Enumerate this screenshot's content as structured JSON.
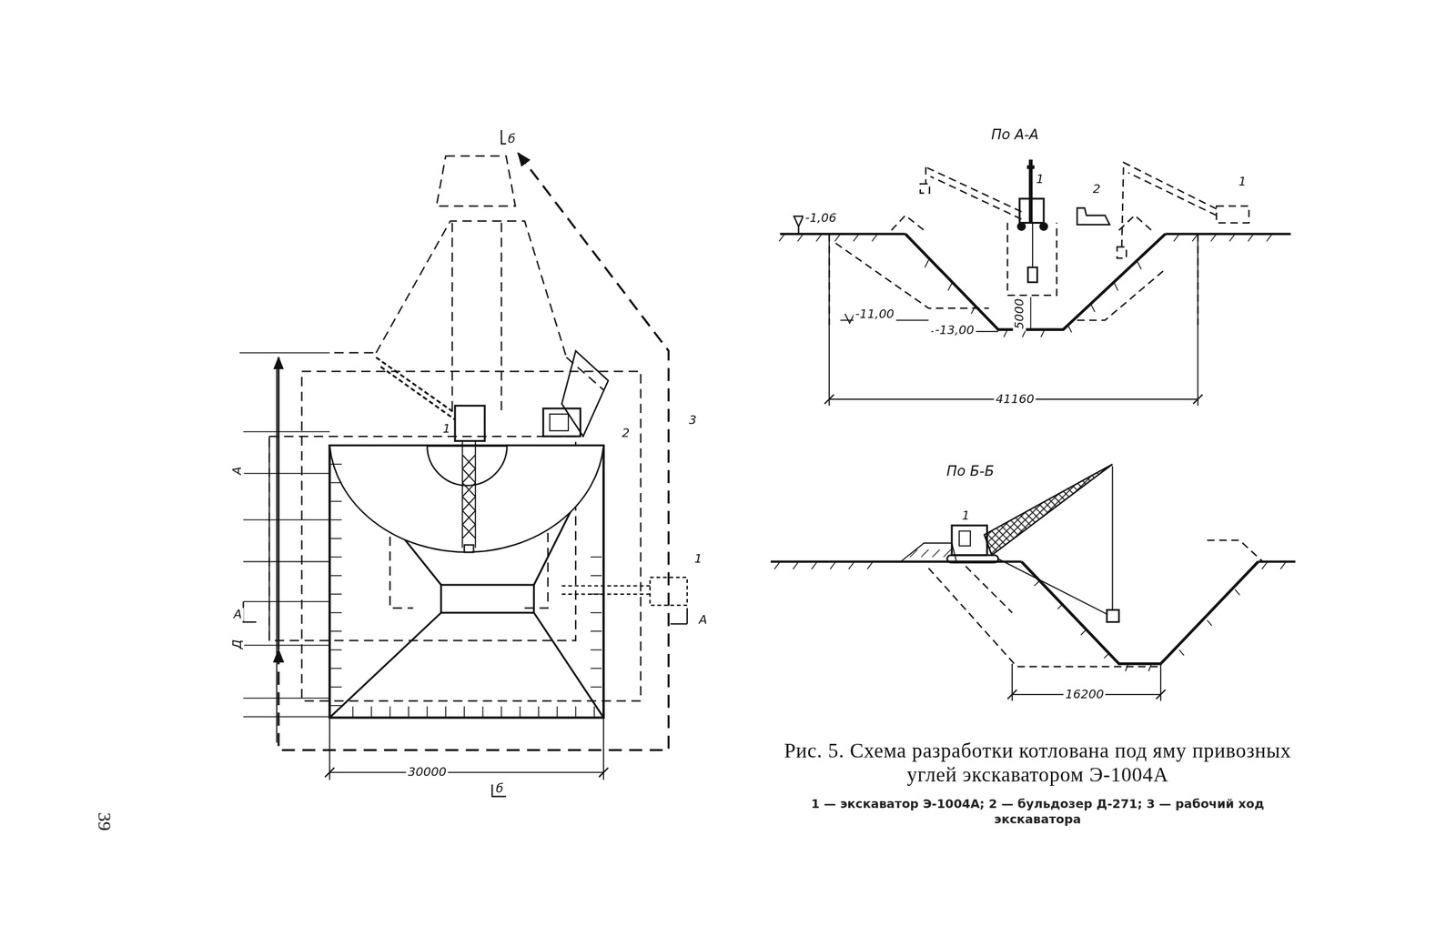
{
  "diagram": {
    "caption": "Рис. 5. Схема разработки котлована под яму привозных углей экскаватором Э-1004А",
    "labels": [
      "б",
      "б",
      "А",
      "А",
      "Д",
      "А",
      "1",
      "2",
      "3",
      "1",
      "30000",
      "По А-А",
      "-1,06",
      "-11,00",
      "-13,00",
      "5000",
      "41160",
      "1",
      "2",
      "1",
      "По Б-Б",
      "1",
      "16200",
      "1 — экскаватор Э-1004А; 2 — бульдозер Д-271; 3 — рабочий ход экскаватора",
      "39"
    ]
  }
}
